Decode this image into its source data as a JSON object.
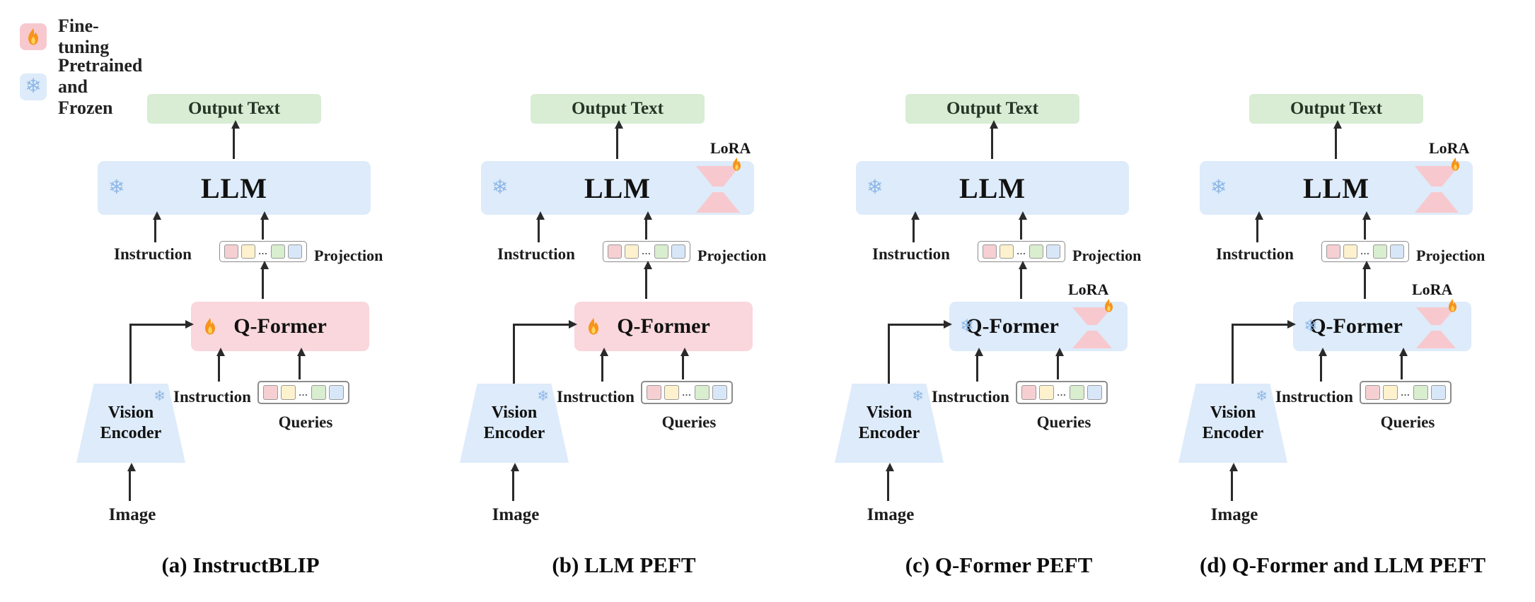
{
  "legend": {
    "finetuning_label": "Fine-tuning",
    "frozen_label": "Pretrained and Frozen"
  },
  "labels": {
    "output_text": "Output Text",
    "llm": "LLM",
    "instruction": "Instruction",
    "projection": "Projection",
    "qformer": "Q-Former",
    "queries": "Queries",
    "vision_encoder": "Vision Encoder",
    "image": "Image",
    "lora": "LoRA",
    "dots": "…"
  },
  "icons": {
    "snowflake": "❄",
    "fire": "flame"
  },
  "panels": [
    {
      "caption": "(a) InstructBLIP",
      "qformer_state": "fine-tuned",
      "llm_state": "frozen"
    },
    {
      "caption": "(b) LLM PEFT",
      "qformer_state": "fine-tuned",
      "llm_state": "frozen + LoRA"
    },
    {
      "caption": "(c) Q-Former PEFT",
      "qformer_state": "frozen + LoRA",
      "llm_state": "frozen"
    },
    {
      "caption": "(d) Q-Former and LLM PEFT",
      "qformer_state": "frozen + LoRA",
      "llm_state": "frozen + LoRA"
    }
  ],
  "colors": {
    "finetune": "#f9d7dc",
    "frozen": "#ddebfa",
    "output_green": "#d8edd4",
    "lora_pink": "#f7c9ce",
    "token_pink": "#f6cfd2",
    "token_yellow": "#fdf2cd",
    "token_green": "#d9edcf",
    "token_blue": "#d8e7f8",
    "arrow": "#2a2a2a",
    "snowflake_blue": "#8fb8e6",
    "flame_orange": "#f6941c"
  }
}
